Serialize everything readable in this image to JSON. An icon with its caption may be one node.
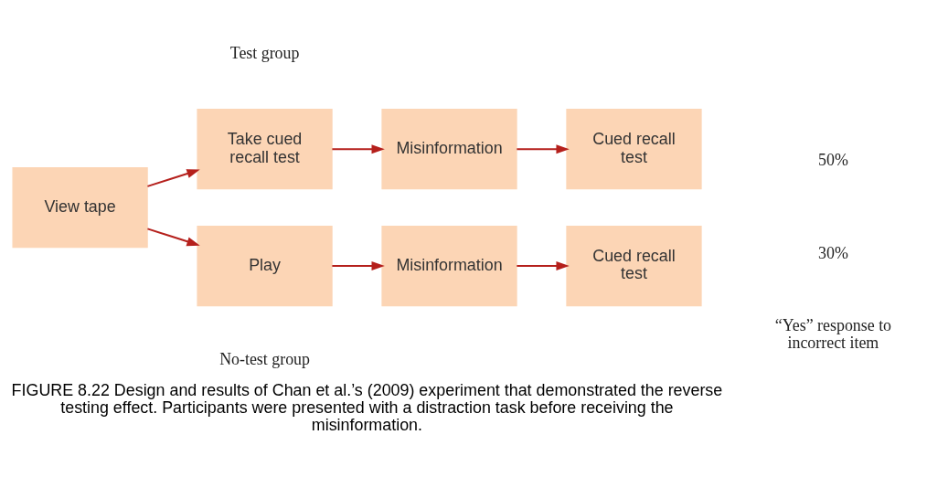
{
  "diagram": {
    "caption": "FIGURE 8.22 Design and results of Chan et al.’s (2009) experiment that demonstrated the reverse testing effect. Participants were presented with a distraction task before receiving the misinformation.",
    "nodes": [
      {
        "text": [
          "View tape"
        ]
      },
      {
        "text": [
          "Take cued recall test"
        ]
      },
      {
        "text": [
          "Misinformation"
        ]
      },
      {
        "text": [
          "Cued recall test"
        ]
      },
      {
        "text": [
          "Play"
        ]
      },
      {
        "text": [
          "Misinformation"
        ]
      },
      {
        "text": [
          "Cued recall test"
        ]
      }
    ],
    "edges": [
      {
        "from": 0,
        "to": 1,
        "arrow": "to"
      },
      {
        "from": 0,
        "to": 4,
        "arrow": "to"
      },
      {
        "from": 1,
        "to": 2,
        "arrow": "to"
      },
      {
        "from": 2,
        "to": 3,
        "arrow": "to"
      },
      {
        "from": 4,
        "to": 5,
        "arrow": "to"
      },
      {
        "from": 5,
        "to": 6,
        "arrow": "to"
      }
    ],
    "labels": [
      "Test group",
      "50%",
      "30%",
      "No-test group",
      "“Yes” response to incorrect item"
    ]
  }
}
